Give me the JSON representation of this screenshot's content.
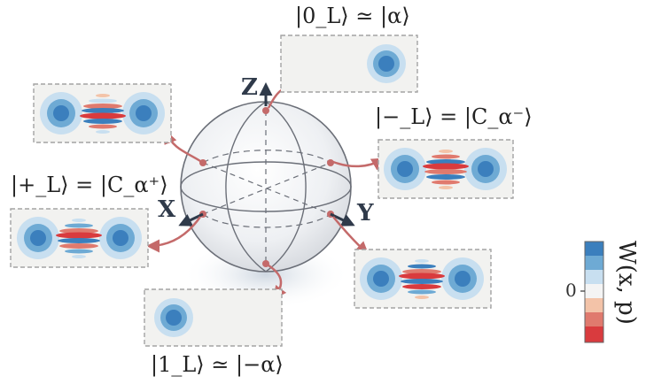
{
  "labels": {
    "zero": "|0_L⟩ ≃ |α⟩",
    "one": "|1_L⟩ ≃ |−α⟩",
    "plus": "|+_L⟩ = |C_α⁺⟩",
    "minus": "|−_L⟩ = |C_α⁻⟩"
  },
  "axes": {
    "x": "X",
    "y": "Y",
    "z": "Z"
  },
  "colorbar": {
    "tick_zero": "0",
    "label": "W(x, p)",
    "colors": [
      "#d93b3e",
      "#e07a6e",
      "#f3c3a8",
      "#f4f4f4",
      "#c8dff0",
      "#6eaad4",
      "#3b7fbd"
    ]
  },
  "palette": {
    "arrow": "#c46a6a",
    "sphere_line": "#6b6f78",
    "box_border": "#a3a3a3",
    "box_fill": "#f2f2f0"
  }
}
